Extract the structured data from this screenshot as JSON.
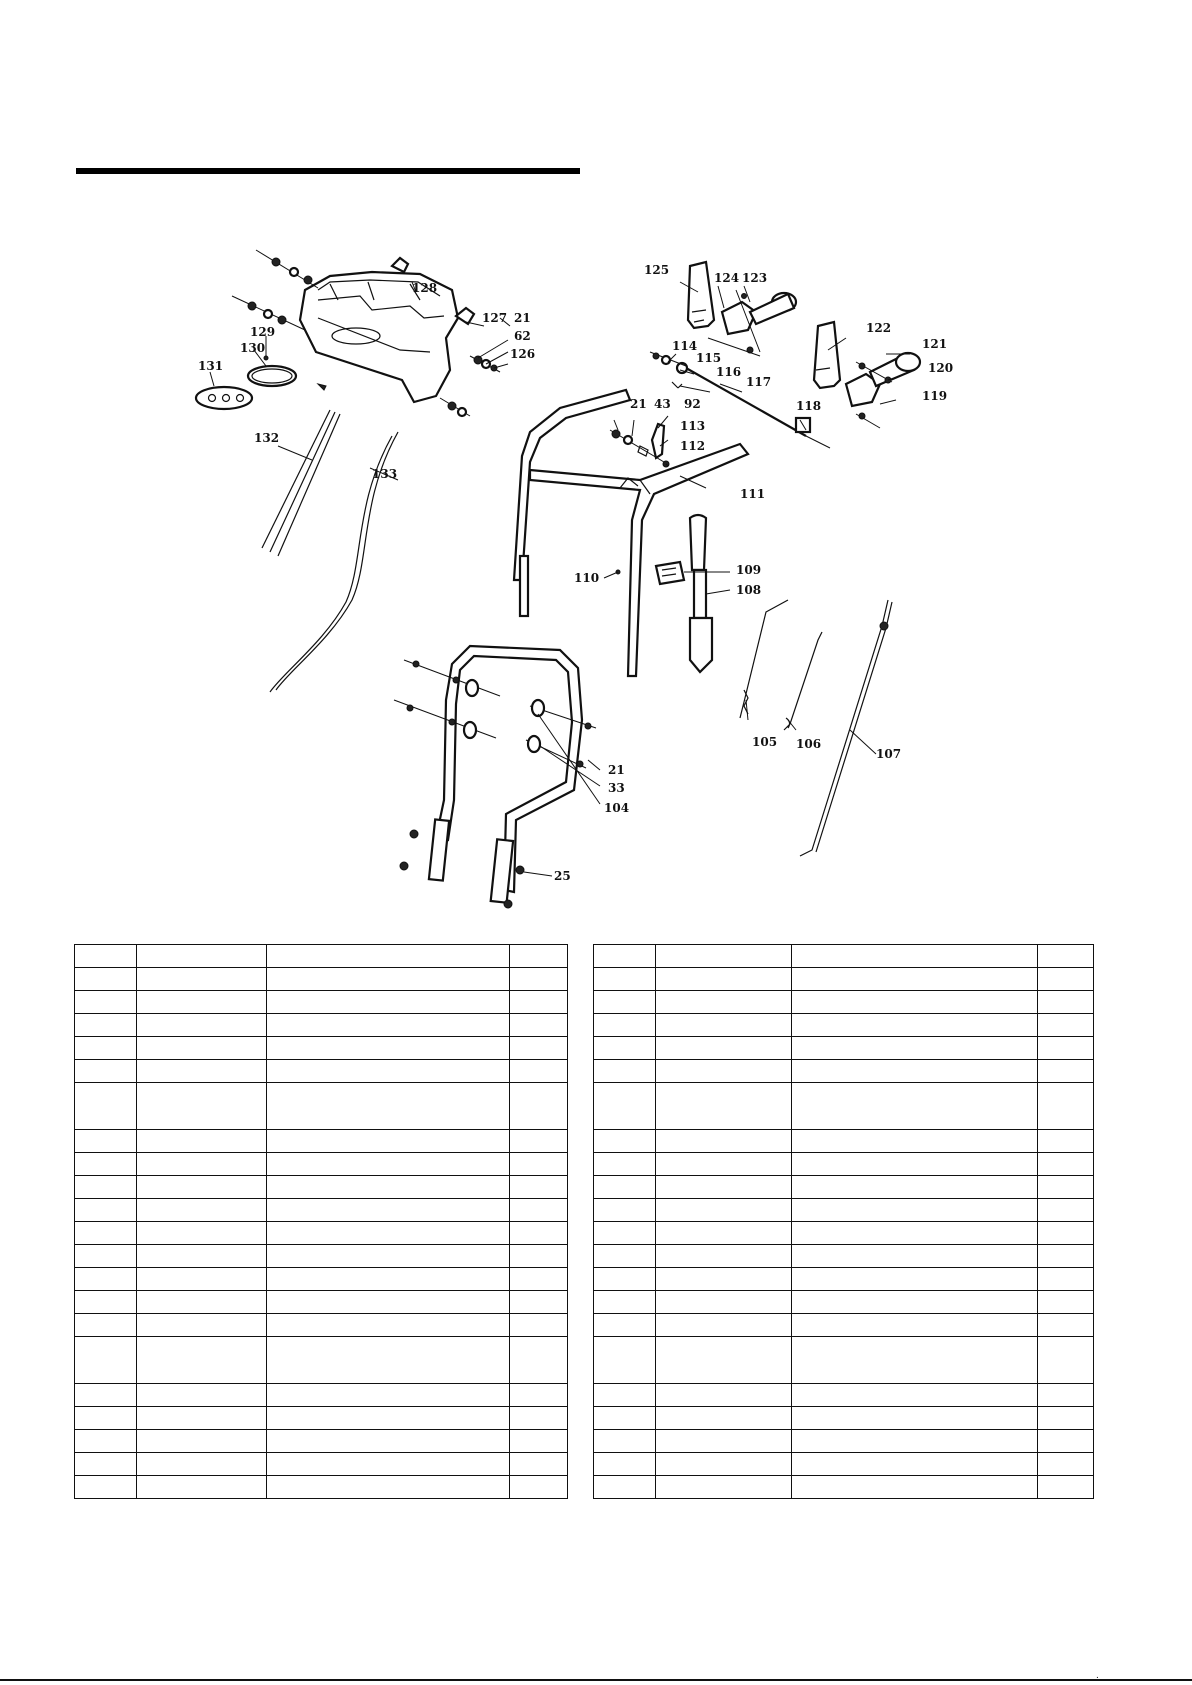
{
  "diagram": {
    "callouts": {
      "c128": "128",
      "c127": "127",
      "c21a": "21",
      "c62": "62",
      "c126": "126",
      "c129": "129",
      "c130": "130",
      "c131": "131",
      "c132": "132",
      "c133": "133",
      "c125": "125",
      "c124": "124",
      "c123": "123",
      "c122": "122",
      "c121": "121",
      "c120": "120",
      "c119": "119",
      "c114": "114",
      "c115": "115",
      "c116": "116",
      "c117": "117",
      "c118": "118",
      "c21b": "21",
      "c43": "43",
      "c92": "92",
      "c113": "113",
      "c112": "112",
      "c111": "111",
      "c110": "110",
      "c109": "109",
      "c108": "108",
      "c105": "105",
      "c106": "106",
      "c107": "107",
      "c21c": "21",
      "c33": "33",
      "c104": "104",
      "c25": "25"
    }
  },
  "tables": {
    "left": {
      "rows": 22,
      "tall_rows": [
        7,
        17
      ]
    },
    "right": {
      "rows": 22,
      "tall_rows": [
        7,
        17
      ]
    }
  },
  "footer": {
    "mark": "."
  }
}
